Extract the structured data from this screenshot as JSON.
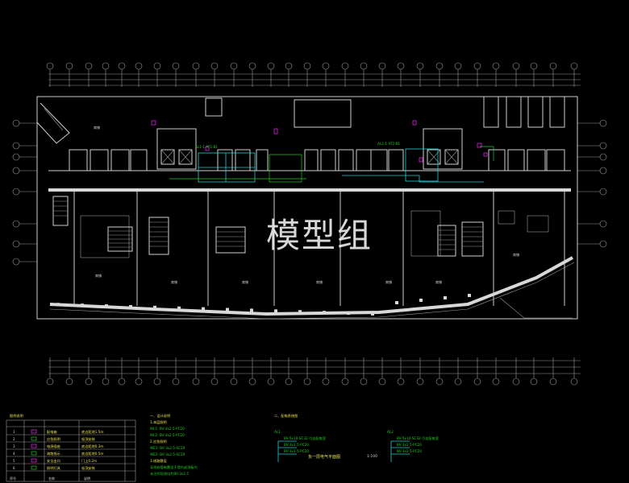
{
  "watermark": "模型组",
  "drawing_title": "负一层电气平面图",
  "scale_text": "1:100",
  "legend": {
    "title": "图例说明",
    "rows": [
      {
        "no": "1",
        "name": "配电箱",
        "desc": "底边距地1.5m"
      },
      {
        "no": "2",
        "name": "应急照明",
        "desc": "吸顶安装"
      },
      {
        "no": "3",
        "name": "电源插座",
        "desc": "底边距地0.3m"
      },
      {
        "no": "4",
        "name": "疏散指示",
        "desc": "底边距地0.5m"
      },
      {
        "no": "5",
        "name": "安全出口",
        "desc": "门上0.2m"
      },
      {
        "no": "6",
        "name": "照明灯具",
        "desc": "吸顶安装"
      }
    ],
    "footer": [
      "序号",
      "名称",
      "说明"
    ]
  },
  "notes": {
    "title": "一、设计说明",
    "lines": [
      "1.本层照明",
      "WL1: BV-3x2.5-PC20",
      "WL2: BV-3x2.5-PC20",
      "2.应急照明",
      "WE1: BV-3x2.5-SC20",
      "WE2: BV-3x2.5-SC20",
      "3.线路敷设",
      "导线穿管暗敷设于墙内或顶板内",
      "未注明导线均为BV-3x2.5"
    ]
  },
  "systems": {
    "title": "二、配电系统图",
    "left_tag": "AL1",
    "right_tag": "AL2",
    "left_lines": [
      "BV-5x10-SC32 引自配电室",
      "BV-3x2.5-PC20",
      "BV-3x2.5-PC20"
    ],
    "right_lines": [
      "BV-5x10-SC32 引自配电室",
      "BV-3x2.5-PC20",
      "BV-3x2.5-PC20"
    ]
  },
  "tags": {
    "left_panel": "AL1-1 AT1-B1",
    "right_panel": "AL2-1 AT2-B1"
  },
  "colors": {
    "background": "#000000",
    "wall": "#cfcfcf",
    "wire_green": "#22cc22",
    "wire_cyan": "#22d0d0",
    "device_magenta": "#e020e0",
    "text_yellow": "#e8e050"
  },
  "room_labels": [
    "商铺",
    "商铺",
    "商铺",
    "商铺",
    "商铺",
    "商铺",
    "商铺",
    "商铺"
  ]
}
